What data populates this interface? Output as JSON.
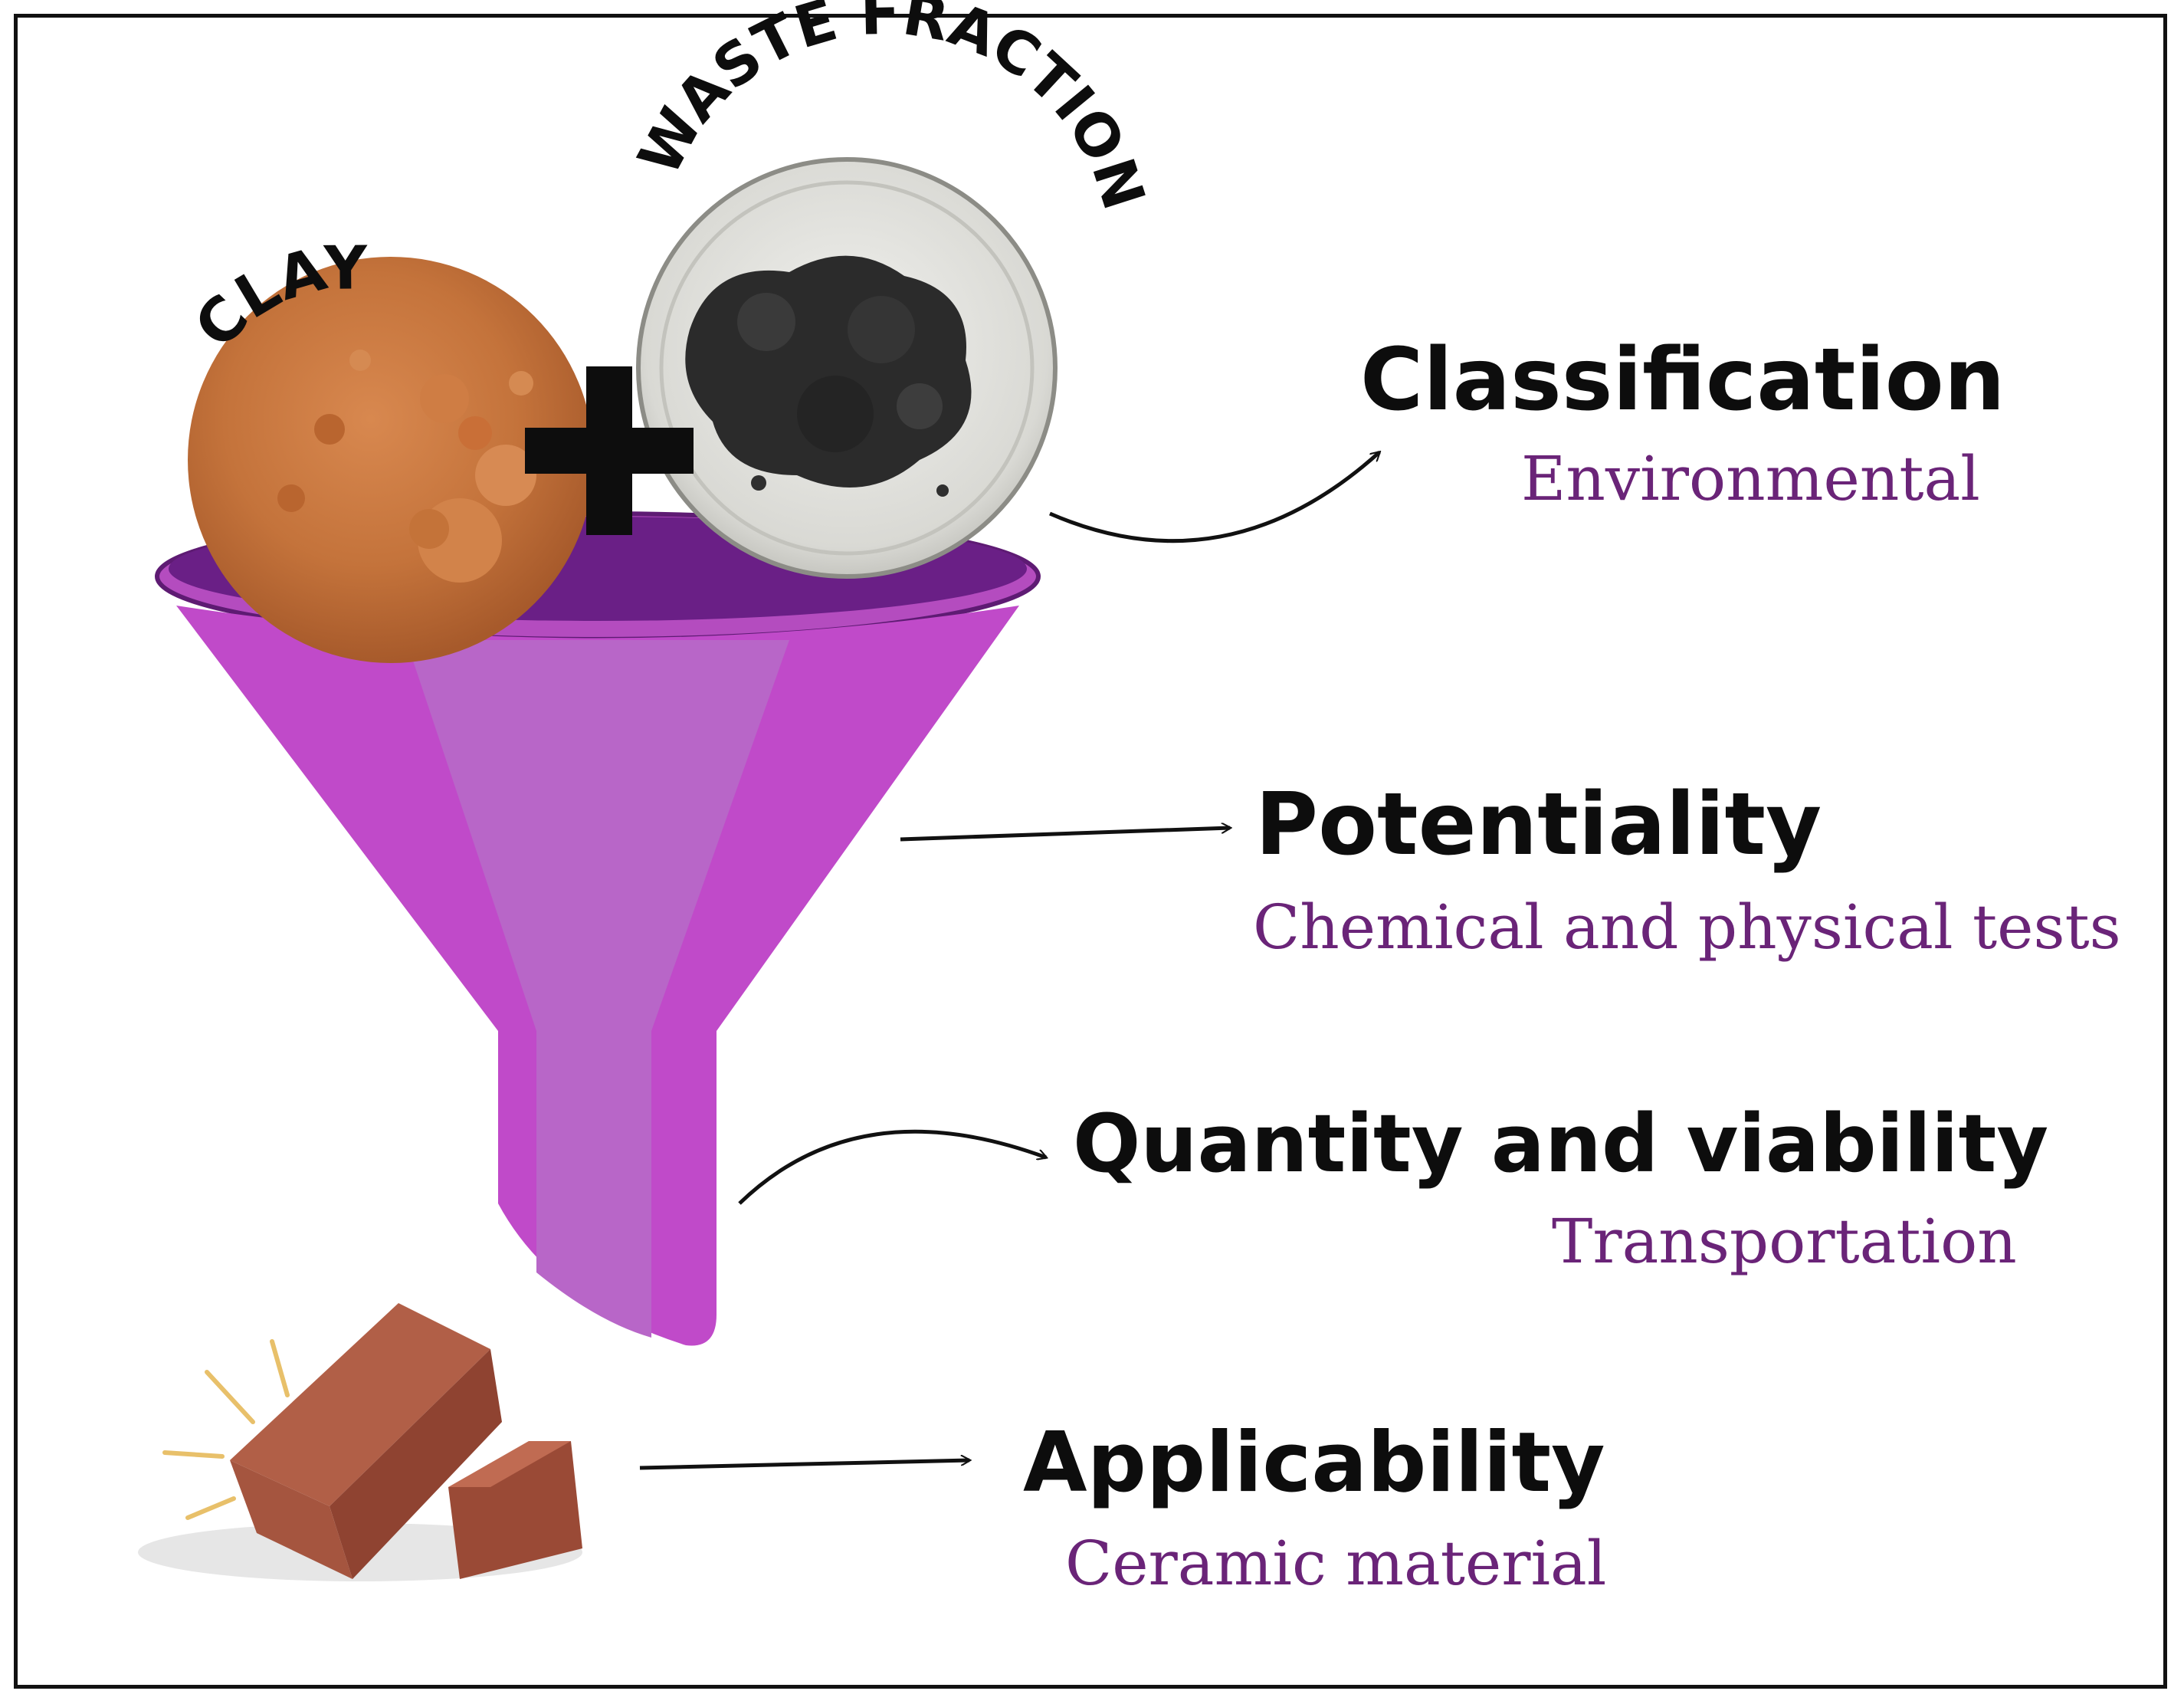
{
  "inputs": {
    "clay_label": "CLAY",
    "waste_label": "WASTE FRACTION"
  },
  "stages": [
    {
      "title": "Classification",
      "subtitle": "Environmental"
    },
    {
      "title": "Potentiality",
      "subtitle": "Chemical and physical tests"
    },
    {
      "title": "Quantity and viability",
      "subtitle": "Transportation"
    },
    {
      "title": "Applicability",
      "subtitle": "Ceramic material"
    }
  ],
  "colors": {
    "funnel": "#c04ac9",
    "funnel_light": "#b866c8",
    "funnel_dark": "#6a1f86",
    "subtitle": "#6a2478",
    "clay": "#c6743d",
    "waste": "#2a2a2a",
    "brick": "#a5553f"
  },
  "icons": [
    "plus-icon",
    "arrow-icon",
    "brick-icon",
    "funnel-icon"
  ]
}
